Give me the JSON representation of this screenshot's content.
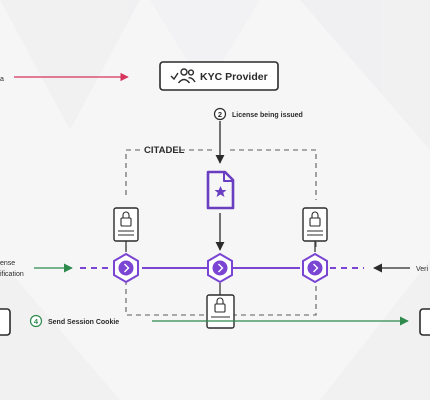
{
  "kyc_provider": {
    "label": "KYC Provider",
    "icon": "people-check-icon"
  },
  "citadel": {
    "label": "CITADEL"
  },
  "steps": [
    {
      "number": "2",
      "label": "License being issued"
    },
    {
      "number": "4",
      "label": "Send Session Cookie"
    }
  ],
  "left_partial_labels": [
    "a",
    "ense",
    "ification"
  ],
  "right_partial_label": "Veri",
  "colors": {
    "accent_purple": "#6a3ec1",
    "node_purple": "#7a45d3",
    "arrow_red": "#d6345c",
    "arrow_green": "#2e8a4d",
    "dark": "#2b2b2b",
    "dashed": "#5c5c5c"
  }
}
